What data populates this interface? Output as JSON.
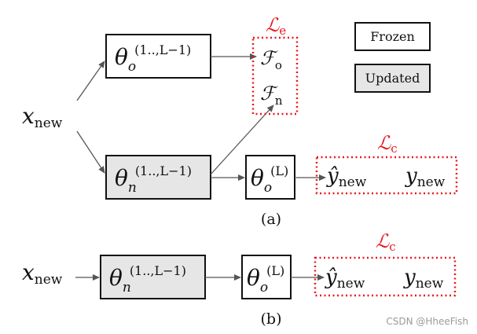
{
  "legend": {
    "frozen_label": "Frozen",
    "updated_label": "Updated"
  },
  "colors": {
    "loss": "#e8191e",
    "box_stroke": "#111111",
    "updated_fill": "#e6e6e6",
    "arrow": "#555555"
  },
  "panel_a": {
    "input": {
      "base": "x",
      "sub": "new"
    },
    "frozen_box": {
      "base": "θ",
      "sub": "o",
      "sup": "(1..,L−1)"
    },
    "updated_box": {
      "base": "θ",
      "sub": "n",
      "sup": "(1..,L−1)"
    },
    "head_box": {
      "base": "θ",
      "sub": "o",
      "sup": "(L)"
    },
    "feature_loss": {
      "label": {
        "base": "ℒ",
        "sub": "e"
      },
      "old_feature": {
        "base": "ℱ",
        "sub": "o"
      },
      "new_feature": {
        "base": "ℱ",
        "sub": "n"
      }
    },
    "class_loss": {
      "label": {
        "base": "ℒ",
        "sub": "c"
      },
      "prediction": {
        "base": "ŷ",
        "sub": "new"
      },
      "target": {
        "base": "y",
        "sub": "new"
      }
    },
    "caption": "(a)"
  },
  "panel_b": {
    "input": {
      "base": "x",
      "sub": "new"
    },
    "updated_box": {
      "base": "θ",
      "sub": "n",
      "sup": "(1..,L−1)"
    },
    "head_box": {
      "base": "θ",
      "sub": "o",
      "sup": "(L)"
    },
    "class_loss": {
      "label": {
        "base": "ℒ",
        "sub": "c"
      },
      "prediction": {
        "base": "ŷ",
        "sub": "new"
      },
      "target": {
        "base": "y",
        "sub": "new"
      }
    },
    "caption": "(b)"
  },
  "watermark": "CSDN @HheeFish"
}
